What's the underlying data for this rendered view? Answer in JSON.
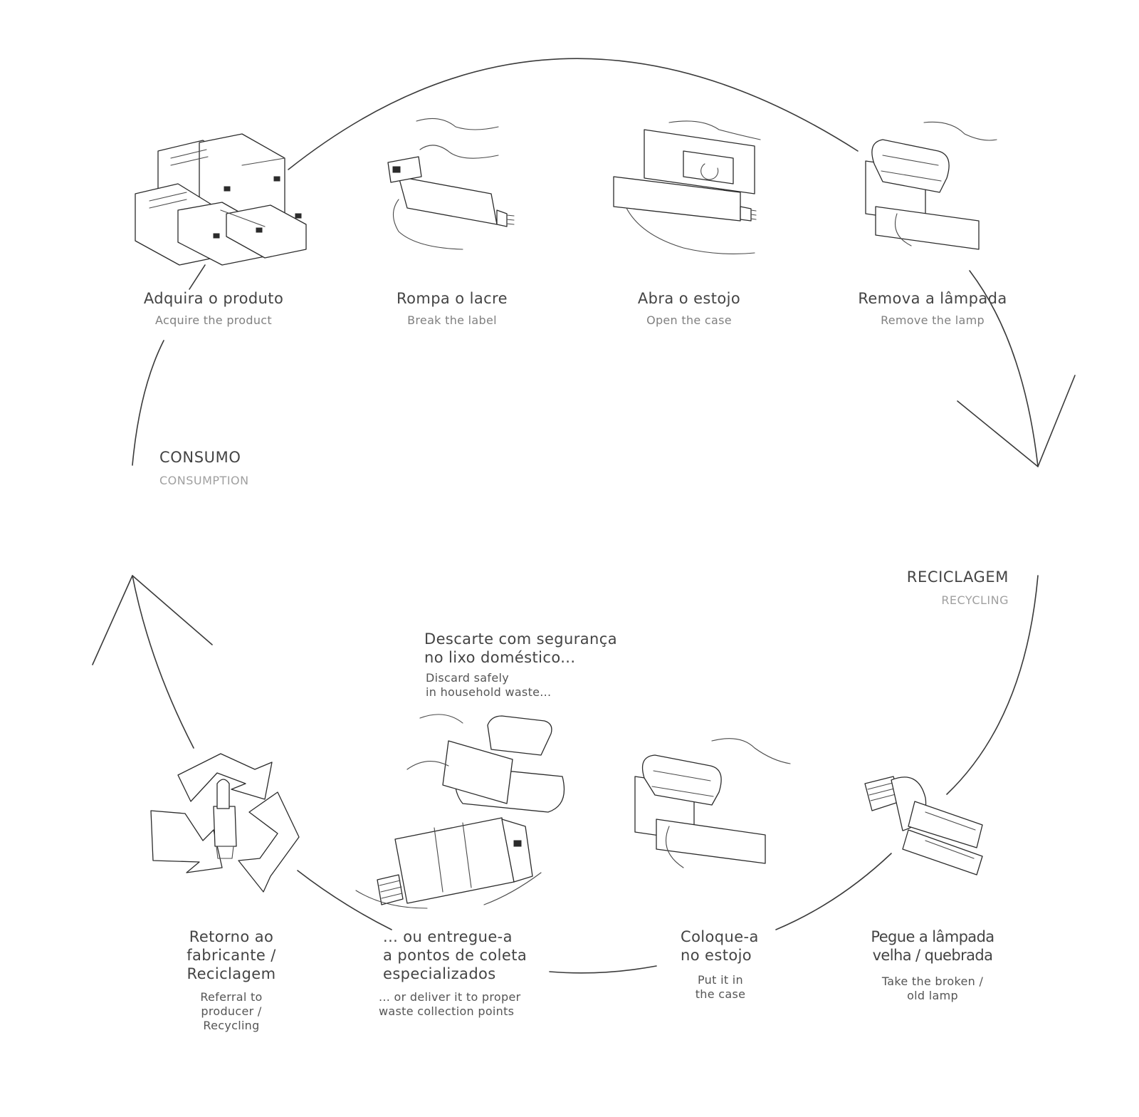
{
  "phases": {
    "consumption": {
      "pt": "CONSUMO",
      "en": "CONSUMPTION"
    },
    "recycling": {
      "pt": "RECICLAGEM",
      "en": "RECYCLING"
    }
  },
  "steps": [
    {
      "pt": "Adquira o produto",
      "en": "Acquire the product"
    },
    {
      "pt": "Rompa o lacre",
      "en": "Break the label"
    },
    {
      "pt": "Abra o estojo",
      "en": "Open the case"
    },
    {
      "pt": "Remova a lâmpada",
      "en": "Remove the lamp"
    },
    {
      "pt": "Pegue a lâmpada\nvelha / quebrada",
      "en": "Take the broken /\nold lamp"
    },
    {
      "pt": "Coloque-a\nno estojo",
      "en": "Put it in\nthe case"
    },
    {
      "pt": "Descarte com segurança\nno lixo doméstico...",
      "en": "Discard safely\nin household waste..."
    },
    {
      "pt": "... ou entregue-a\na pontos de coleta\nespecializados",
      "en": "... or deliver it to proper\nwaste collection points"
    },
    {
      "pt": "Retorno ao\nfabricante /\nReciclagem",
      "en": "Referral to\nproducer /\nRecycling"
    }
  ]
}
